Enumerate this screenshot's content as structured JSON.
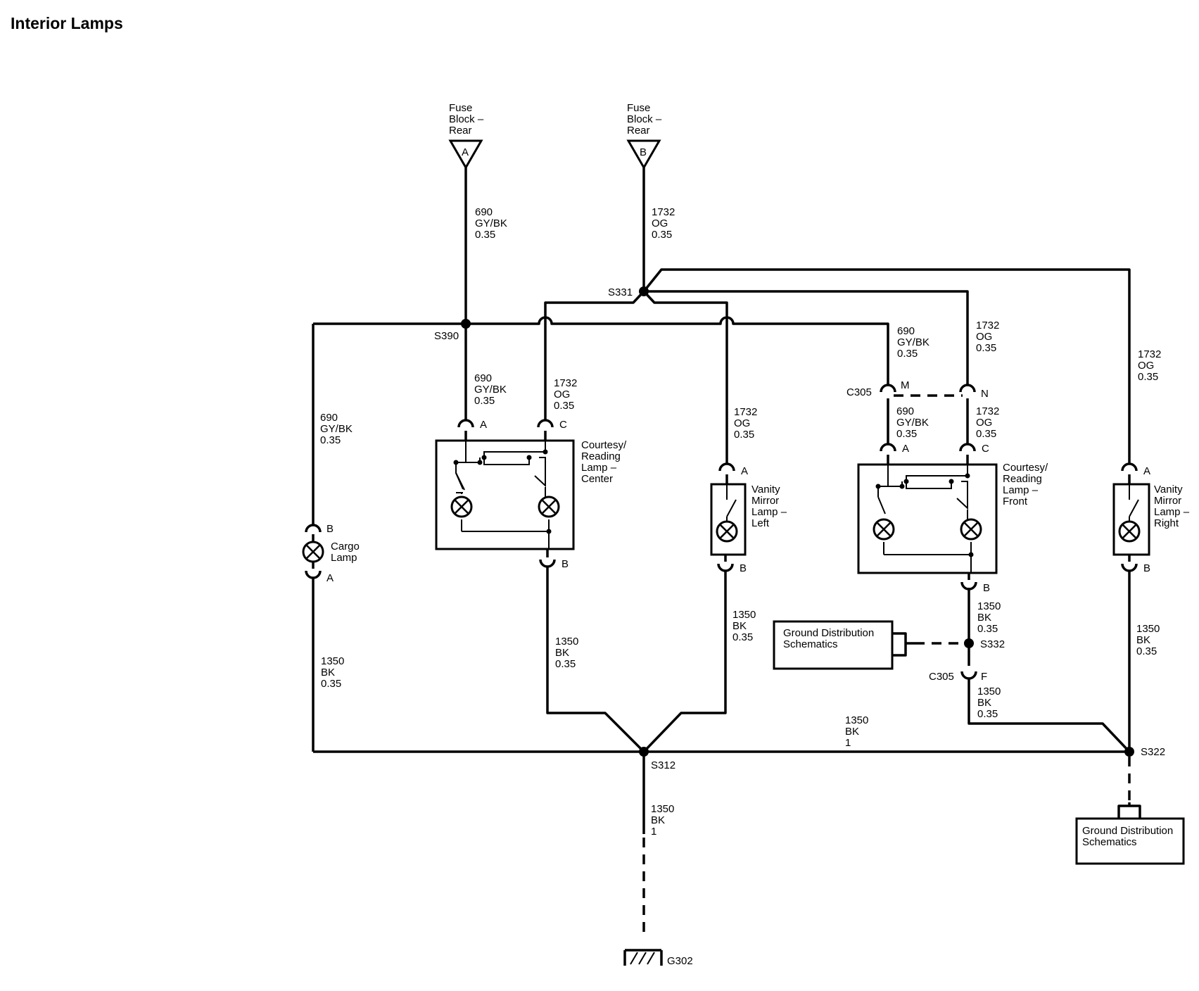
{
  "title": "Interior Lamps",
  "fuse_a": {
    "label": [
      "Fuse",
      "Block –",
      "Rear"
    ],
    "pin": "A"
  },
  "fuse_b": {
    "label": [
      "Fuse",
      "Block –",
      "Rear"
    ],
    "pin": "B"
  },
  "splices": {
    "s331": "S331",
    "s390": "S390",
    "s312": "S312",
    "s322": "S322",
    "s332": "S332"
  },
  "connectors": {
    "c305_top": "C305",
    "c305_bottom": "C305",
    "pin_m": "M",
    "pin_n": "N",
    "pin_f": "F"
  },
  "wires": {
    "w690": [
      "690",
      "GY/BK",
      "0.35"
    ],
    "w1732": [
      "1732",
      "OG",
      "0.35"
    ],
    "w1350": [
      "1350",
      "BK",
      "0.35"
    ],
    "w1350_1": [
      "1350",
      "BK",
      "1"
    ]
  },
  "components": {
    "center_lamp": [
      "Courtesy/",
      "Reading",
      "Lamp –",
      "Center"
    ],
    "front_lamp": [
      "Courtesy/",
      "Reading",
      "Lamp –",
      "Front"
    ],
    "vanity_left": [
      "Vanity",
      "Mirror",
      "Lamp –",
      "Left"
    ],
    "vanity_right": [
      "Vanity",
      "Mirror",
      "Lamp –",
      "Right"
    ],
    "cargo": [
      "Cargo",
      "Lamp"
    ]
  },
  "pins": {
    "a": "A",
    "b": "B",
    "c": "C"
  },
  "ground_distribution": [
    "Ground Distribution",
    "Schematics"
  ],
  "ground": "G302"
}
